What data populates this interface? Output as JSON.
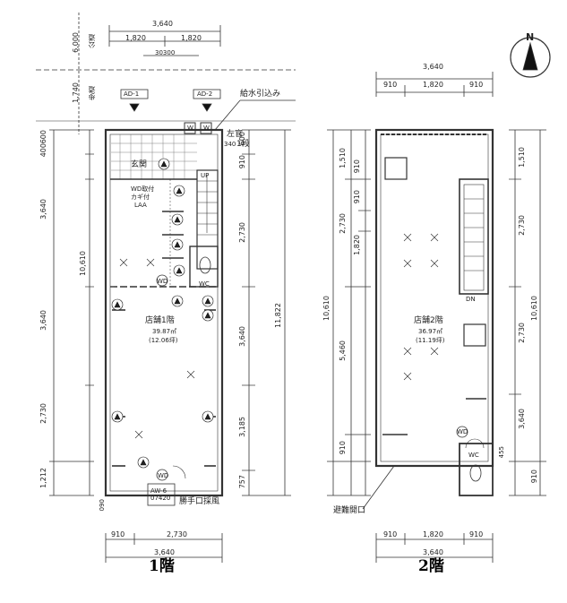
{
  "floor1": {
    "title": "1階",
    "top_total": "3,640",
    "top_left": "1,820",
    "top_right": "1,820",
    "road_setback": "6,000",
    "road_label": "公道",
    "sidewalk_dim": "1,740",
    "sidewalk_label": "歩道",
    "road_mid": "30300",
    "water_label": "給水引込み",
    "left_pipe_label": "左官",
    "step_label": "1段",
    "step_dim": "340",
    "ad1": "AD-1",
    "ad2": "AD-2",
    "entrance": "玄関",
    "up_label": "UP",
    "door_note1": "WD取付",
    "door_note2": "カギ付",
    "door_note3": "LAA",
    "wc": "WC",
    "wd": "WD",
    "room_name": "店舗1階",
    "room_area": "39.87㎡",
    "room_tsubo": "(12.06坪)",
    "aw_label": "AW-6",
    "aw_sub": "07420",
    "rear_label": "勝手口採風",
    "left_dims": [
      "600",
      "400",
      "3,640",
      "3,640",
      "2,730",
      "1,212"
    ],
    "left_total": "10,610",
    "right_dims": [
      "600",
      "910",
      "2,730",
      "3,640",
      "3,185",
      "757"
    ],
    "right_total": "11,822",
    "bottom_left": "910",
    "bottom_right": "2,730",
    "bottom_total": "3,640",
    "corner_mark": "090"
  },
  "floor2": {
    "title": "2階",
    "top_total": "3,640",
    "top_dims": [
      "910",
      "1,820",
      "910"
    ],
    "room_name": "店舗2階",
    "room_area": "36.97㎡",
    "room_tsubo": "(11.19坪)",
    "dn": "DN",
    "wc": "WC",
    "wd": "WD",
    "exit_label": "避難開口",
    "left_dims": [
      "1,510",
      "910",
      "910",
      "1,820",
      "5,460",
      "910"
    ],
    "left_mid": "2,730",
    "left_total": "10,610",
    "right_dims": [
      "1,510",
      "2,730",
      "2,730",
      "3,640",
      "910"
    ],
    "right_total": "10,610",
    "side_small": "455",
    "bottom_dims": [
      "910",
      "1,820",
      "910"
    ],
    "bottom_total": "3,640"
  },
  "north": "N"
}
